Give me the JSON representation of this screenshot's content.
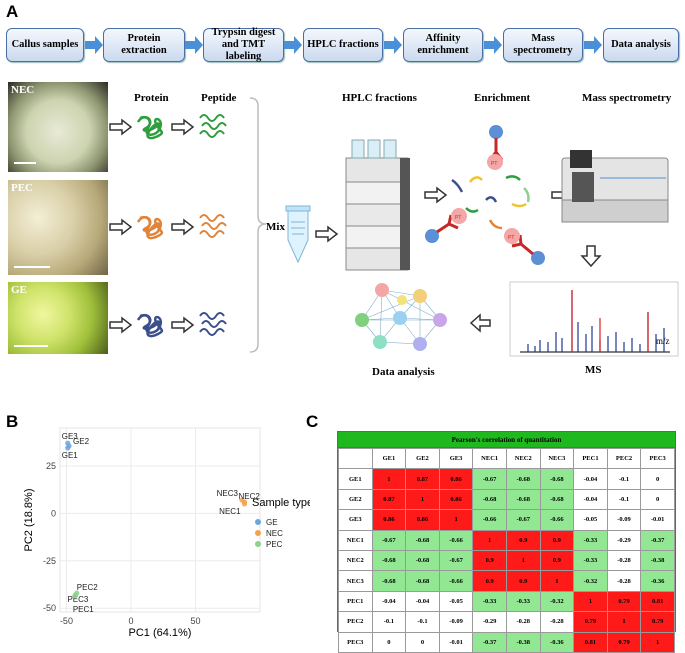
{
  "panels": {
    "a": "A",
    "b": "B",
    "c": "C"
  },
  "workflow": [
    "Callus samples",
    "Protein extraction",
    "Trypsin digest and TMT labeling",
    "HPLC fractions",
    "Affinity enrichment",
    "Mass spectrometry",
    "Data analysis"
  ],
  "diagram": {
    "col_protein": "Protein",
    "col_peptide": "Peptide",
    "sample_nec": "NEC",
    "sample_pec": "PEC",
    "sample_ge": "GE",
    "mix": "Mix",
    "hplc": "HPLC fractions",
    "enrichment": "Enrichment",
    "ms_title": "Mass spectrometry",
    "ms_label": "MS",
    "mz": "m/z",
    "data_analysis": "Data analysis",
    "ptm_labels": [
      "PT",
      "PT",
      "PT"
    ]
  },
  "colors": {
    "nec": "#f4a24a",
    "pec": "#8dd18d",
    "ge": "#6aa6e0",
    "protein_ge": "#3b4f8c",
    "protein_nec": "#e0843a",
    "protein_pec": "#2e9e3e"
  },
  "chart_data": [
    {
      "type": "scatter",
      "title": "",
      "xlabel": "PC1 (64.1%)",
      "ylabel": "PC2 (18.8%)",
      "xlim": [
        -55,
        100
      ],
      "ylim": [
        -52,
        45
      ],
      "xticks": [
        -50,
        0,
        50
      ],
      "yticks": [
        25,
        0,
        -25,
        -50
      ],
      "legend_title": "Sample type",
      "legend_placement": "right",
      "series": [
        {
          "name": "GE",
          "color": "#6aa6e0",
          "points": [
            {
              "label": "GE3",
              "x": -49,
              "y": 37
            },
            {
              "label": "GE2",
              "x": -48,
              "y": 35.5
            },
            {
              "label": "GE1",
              "x": -49,
              "y": 34.5
            }
          ]
        },
        {
          "name": "NEC",
          "color": "#f4a24a",
          "points": [
            {
              "label": "NEC3",
              "x": 86,
              "y": 7
            },
            {
              "label": "NEC2",
              "x": 88,
              "y": 6
            },
            {
              "label": "NEC1",
              "x": 88,
              "y": 5
            }
          ]
        },
        {
          "name": "PEC",
          "color": "#8dd18d",
          "points": [
            {
              "label": "PEC2",
              "x": -42,
              "y": -42
            },
            {
              "label": "PEC3",
              "x": -43,
              "y": -43
            },
            {
              "label": "PEC1",
              "x": -43.5,
              "y": -43.5
            }
          ]
        }
      ]
    },
    {
      "type": "heatmap",
      "title": "Pearson's correlation of quantitation",
      "columns": [
        "GE1",
        "GE2",
        "GE3",
        "NEC1",
        "NEC2",
        "NEC3",
        "PEC1",
        "PEC2",
        "PEC3"
      ],
      "rows": [
        "GE1",
        "GE2",
        "GE3",
        "NEC1",
        "NEC2",
        "NEC3",
        "PEC1",
        "PEC2",
        "PEC3"
      ],
      "values": [
        [
          "1",
          "0.87",
          "0.86",
          "-0.67",
          "-0.68",
          "-0.68",
          "-0.04",
          "-0.1",
          "0"
        ],
        [
          "0.87",
          "1",
          "0.86",
          "-0.68",
          "-0.68",
          "-0.68",
          "-0.04",
          "-0.1",
          "0"
        ],
        [
          "0.86",
          "0.86",
          "1",
          "-0.66",
          "-0.67",
          "-0.66",
          "-0.05",
          "-0.09",
          "-0.01"
        ],
        [
          "-0.67",
          "-0.68",
          "-0.66",
          "1",
          "0.9",
          "0.9",
          "-0.33",
          "-0.29",
          "-0.37"
        ],
        [
          "-0.68",
          "-0.68",
          "-0.67",
          "0.9",
          "1",
          "0.9",
          "-0.33",
          "-0.28",
          "-0.38"
        ],
        [
          "-0.68",
          "-0.68",
          "-0.66",
          "0.9",
          "0.9",
          "1",
          "-0.32",
          "-0.28",
          "-0.36"
        ],
        [
          "-0.04",
          "-0.04",
          "-0.05",
          "-0.33",
          "-0.33",
          "-0.32",
          "1",
          "0.79",
          "0.81"
        ],
        [
          "-0.1",
          "-0.1",
          "-0.09",
          "-0.29",
          "-0.28",
          "-0.28",
          "0.79",
          "1",
          "0.79"
        ],
        [
          "0",
          "0",
          "-0.01",
          "-0.37",
          "-0.38",
          "-0.36",
          "0.81",
          "0.79",
          "1"
        ]
      ]
    }
  ]
}
